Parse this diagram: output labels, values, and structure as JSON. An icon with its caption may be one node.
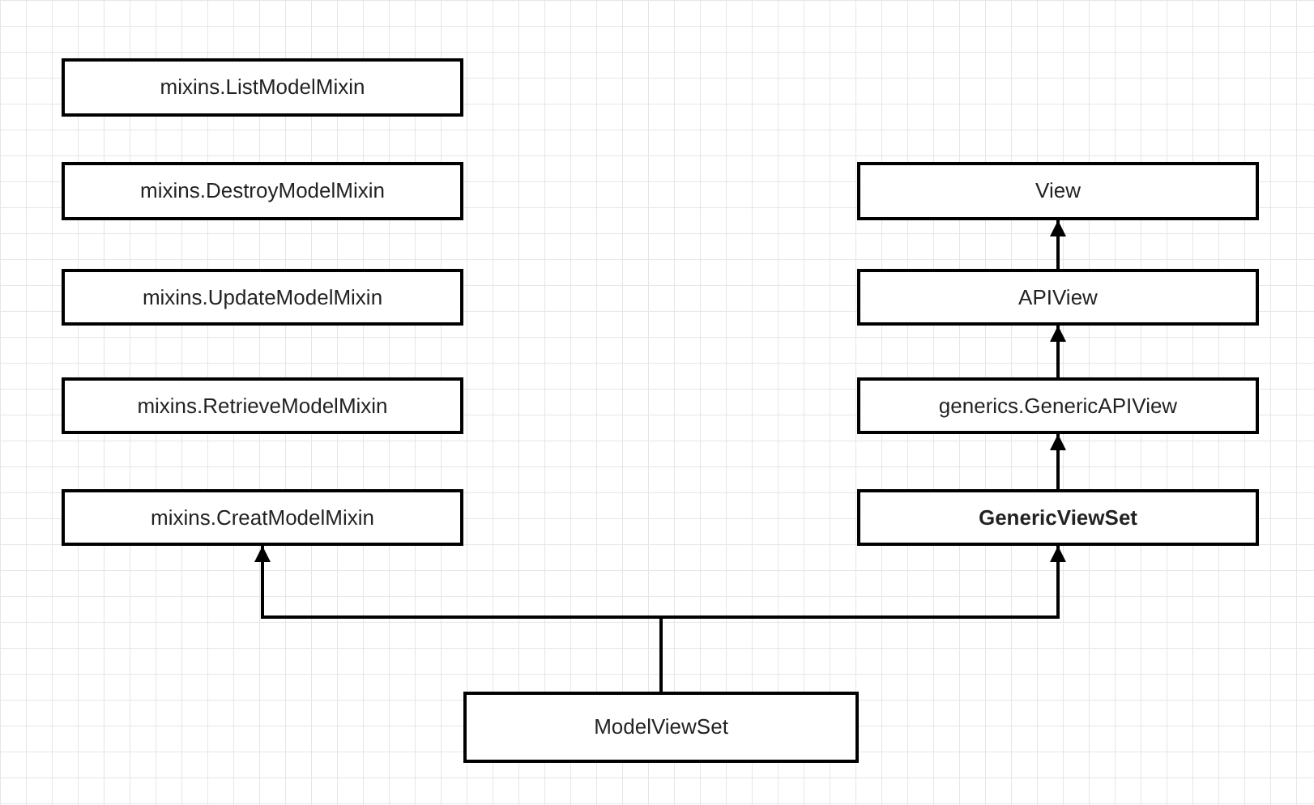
{
  "diagram": {
    "nodes": [
      {
        "text": [
          "mixins.ListModelMixin"
        ]
      },
      {
        "text": [
          "mixins.DestroyModelMixin"
        ]
      },
      {
        "text": [
          "mixins.UpdateModelMixin"
        ]
      },
      {
        "text": [
          "mixins.RetrieveModelMixin"
        ]
      },
      {
        "text": [
          "mixins.CreatModelMixin"
        ]
      },
      {
        "text": [
          "View"
        ]
      },
      {
        "text": [
          "APIView"
        ]
      },
      {
        "text": [
          "generics.GenericAPIView"
        ]
      },
      {
        "text": [
          "GenericViewSet"
        ]
      },
      {
        "text": [
          "ModelViewSet"
        ]
      }
    ],
    "edges": [
      {
        "from": 6,
        "to": 5,
        "arrow": "to"
      },
      {
        "from": 7,
        "to": 6,
        "arrow": "to"
      },
      {
        "from": 8,
        "to": 7,
        "arrow": "to"
      },
      {
        "from": 9,
        "to": 4,
        "arrow": "to"
      },
      {
        "from": 9,
        "to": 8,
        "arrow": "to"
      }
    ]
  }
}
